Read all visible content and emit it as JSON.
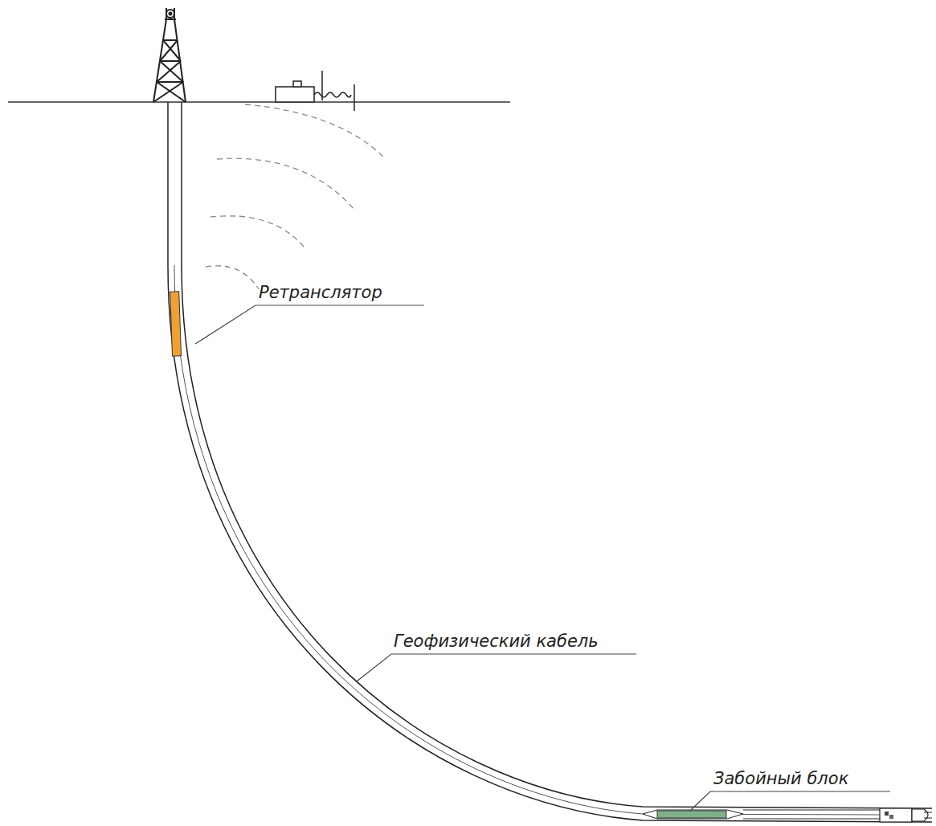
{
  "diagram": {
    "labels": [
      "Ретранслятор",
      "Геофизический кабель",
      "Забойный блок"
    ]
  }
}
